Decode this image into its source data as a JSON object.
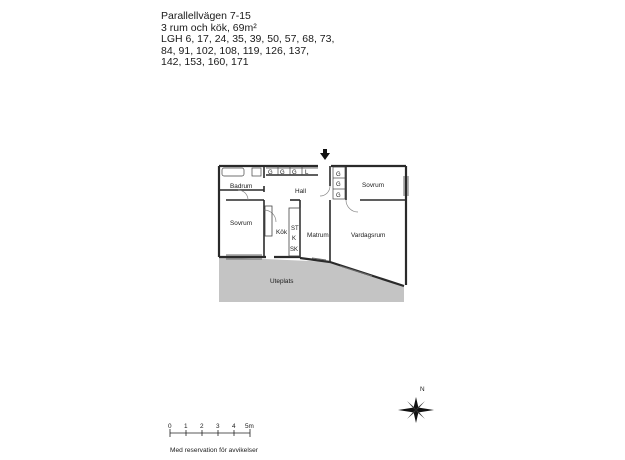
{
  "header": {
    "title": "Parallellvägen 7-15",
    "subtitle": "3 rum och kök, 69m²",
    "units_lines": [
      "LGH 6, 17, 24, 35, 39, 50, 57, 68, 73,",
      "84, 91, 102, 108, 119, 126, 137,",
      "142, 153, 160, 171"
    ]
  },
  "rooms": {
    "badrum": "Badrum",
    "hall": "Hall",
    "sovrum_right": "Sovrum",
    "sovrum_left": "Sovrum",
    "kok": "Kök",
    "matrum": "Matrum",
    "vardagsrum": "Vardagsrum",
    "uteplats": "Uteplats"
  },
  "fixtures": {
    "closets_top": [
      "G",
      "G",
      "G",
      "L"
    ],
    "closets_right": [
      "G",
      "G",
      "G"
    ],
    "kitchen_units": [
      "ST",
      "K",
      "SK"
    ]
  },
  "compass": {
    "north_label": "N"
  },
  "scale": {
    "labels": [
      "0",
      "1",
      "2",
      "3",
      "4",
      "5m"
    ]
  },
  "footer": {
    "disclaimer": "Med reservation för avvikelser"
  }
}
